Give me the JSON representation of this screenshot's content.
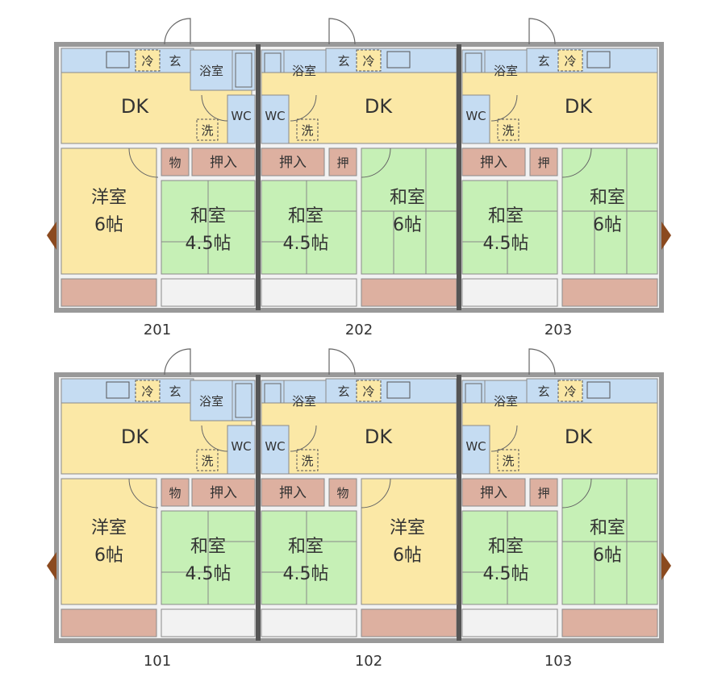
{
  "labels": {
    "dk": "DK",
    "yoshitsu": "洋室",
    "washitsu": "和室",
    "jo6": "6帖",
    "jo45": "4.5帖",
    "bath": "浴室",
    "toilet": "WC",
    "genkan": "玄",
    "fridge": "冷",
    "washer": "洗",
    "closet": "押入",
    "closet_short": "押",
    "storage": "物"
  },
  "units": {
    "u201": "201",
    "u202": "202",
    "u203": "203",
    "u101": "101",
    "u102": "102",
    "u103": "103"
  },
  "colors": {
    "dk": "#fbe8a6",
    "yoshitsu": "#fbe8a6",
    "washitsu": "#c6f0b6",
    "wet": "#c5dcf2",
    "closet": "#ddb0a0",
    "balcony": "#ddb0a0",
    "wall": "#8a8a8a",
    "door_brown": "#8b4a1f"
  }
}
